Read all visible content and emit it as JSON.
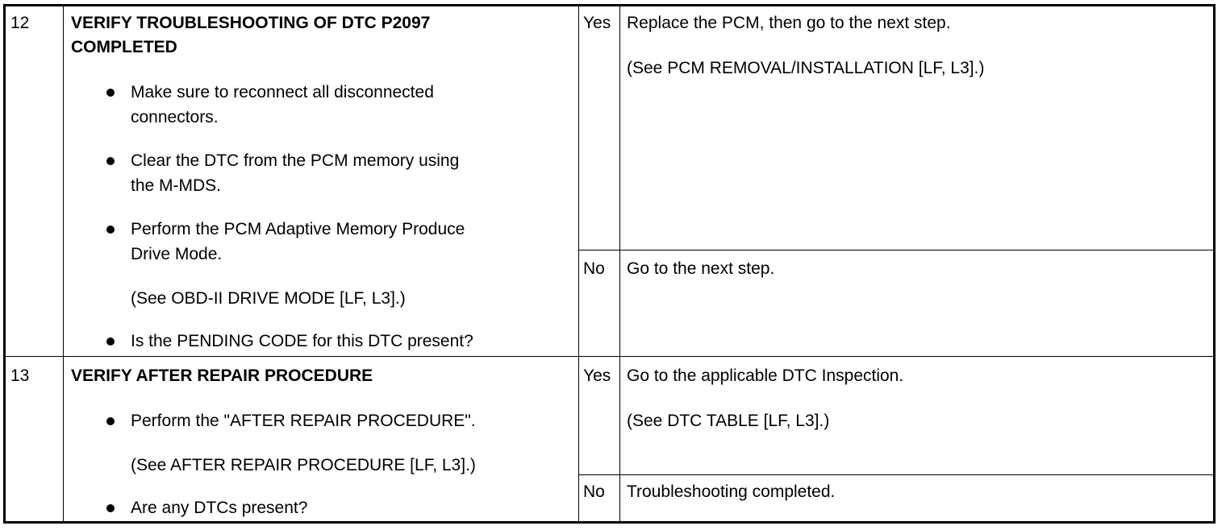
{
  "steps": [
    {
      "number": "12",
      "title_line1": "VERIFY TROUBLESHOOTING OF DTC P2097",
      "title_line2": "COMPLETED",
      "items": [
        {
          "line1": "Make sure to reconnect all disconnected",
          "line2": "connectors."
        },
        {
          "line1": "Clear the DTC from the PCM memory using",
          "line2": "the M-MDS."
        },
        {
          "line1": "Perform the PCM Adaptive Memory Produce",
          "line2": "Drive Mode.",
          "ref": "(See OBD-II DRIVE MODE [LF, L3].)"
        },
        {
          "line1": "Is the PENDING CODE for this DTC present?"
        }
      ],
      "results": [
        {
          "answer": "Yes",
          "action": "Replace the PCM, then go to the next step.",
          "ref": "(See PCM REMOVAL/INSTALLATION [LF, L3].)"
        },
        {
          "answer": "No",
          "action": "Go to the next step."
        }
      ]
    },
    {
      "number": "13",
      "title_line1": "VERIFY AFTER REPAIR PROCEDURE",
      "items": [
        {
          "line1": "Perform the \"AFTER REPAIR PROCEDURE\".",
          "ref": "(See AFTER REPAIR PROCEDURE [LF, L3].)"
        },
        {
          "line1": "Are any DTCs present?"
        }
      ],
      "results": [
        {
          "answer": "Yes",
          "action": "Go to the applicable DTC Inspection.",
          "ref": "(See DTC TABLE [LF, L3].)"
        },
        {
          "answer": "No",
          "action": "Troubleshooting completed."
        }
      ]
    }
  ]
}
